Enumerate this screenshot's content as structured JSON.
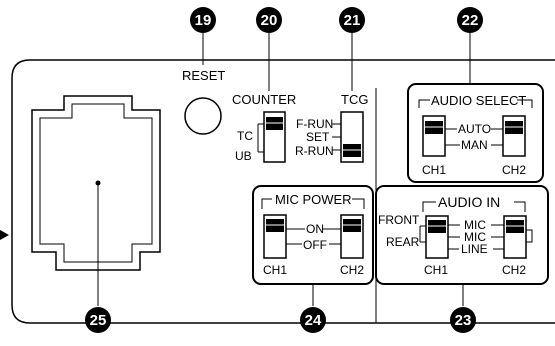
{
  "callouts": {
    "c19": "19",
    "c20": "20",
    "c21": "21",
    "c22": "22",
    "c23": "23",
    "c24": "24",
    "c25": "25"
  },
  "reset": {
    "label": "RESET"
  },
  "counter_switch": {
    "title": "COUNTER",
    "positions": [
      "TC",
      "UB"
    ]
  },
  "tcg_switch": {
    "title": "TCG",
    "positions": [
      "F-RUN",
      "SET",
      "R-RUN"
    ]
  },
  "audio_select": {
    "title": "AUDIO SELECT",
    "positions": [
      "AUTO",
      "MAN"
    ],
    "channels": [
      "CH1",
      "CH2"
    ]
  },
  "mic_power": {
    "title": "MIC POWER",
    "positions": [
      "ON",
      "OFF"
    ],
    "channels": [
      "CH1",
      "CH2"
    ]
  },
  "audio_in": {
    "title": "AUDIO IN",
    "left_positions": [
      "FRONT",
      "REAR"
    ],
    "center_positions": [
      "MIC",
      "MIC",
      "LINE"
    ],
    "channels": [
      "CH1",
      "CH2"
    ]
  }
}
